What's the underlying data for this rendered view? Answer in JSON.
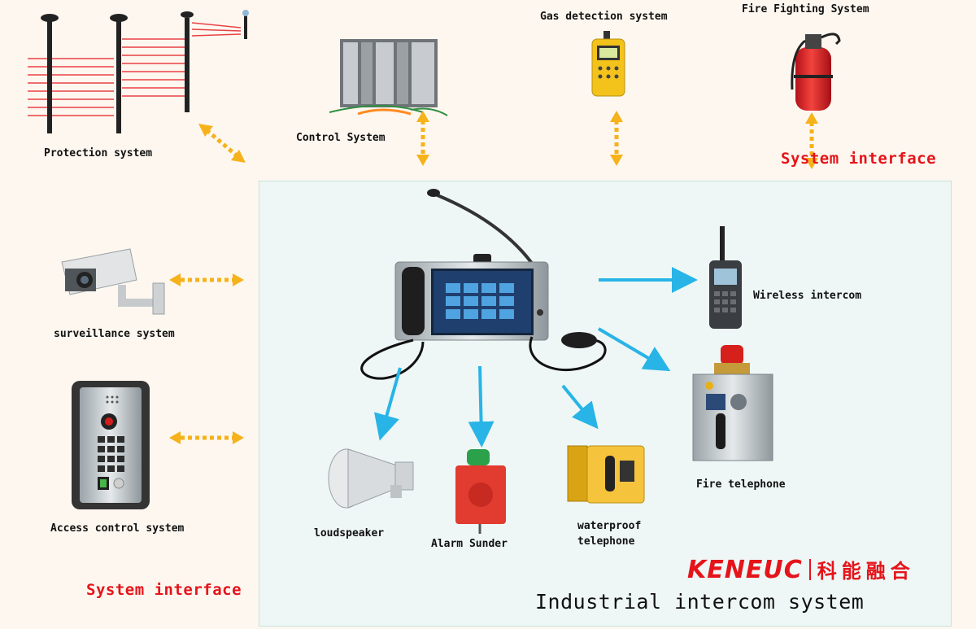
{
  "labels": {
    "protection": "Protection system",
    "control": "Control System",
    "gas": "Gas detection system",
    "fire_fighting": "Fire Fighting System",
    "surveillance": "surveillance system",
    "access": "Access control system",
    "wireless": "Wireless intercom",
    "fire_telephone": "Fire telephone",
    "loudspeaker": "loudspeaker",
    "alarm": "Alarm Sunder",
    "waterproof_1": "waterproof",
    "waterproof_2": "telephone"
  },
  "interface_labels": {
    "top_right": "System interface",
    "bottom_left": "System interface"
  },
  "title": "Industrial intercom system",
  "brand": {
    "latin": "KENEUC",
    "chinese": "科能融合"
  },
  "colors": {
    "interface_arrow": "#f6b21a",
    "output_arrow": "#28b4e6",
    "accent_red": "#e5141b",
    "panel": "#eef7f5"
  }
}
